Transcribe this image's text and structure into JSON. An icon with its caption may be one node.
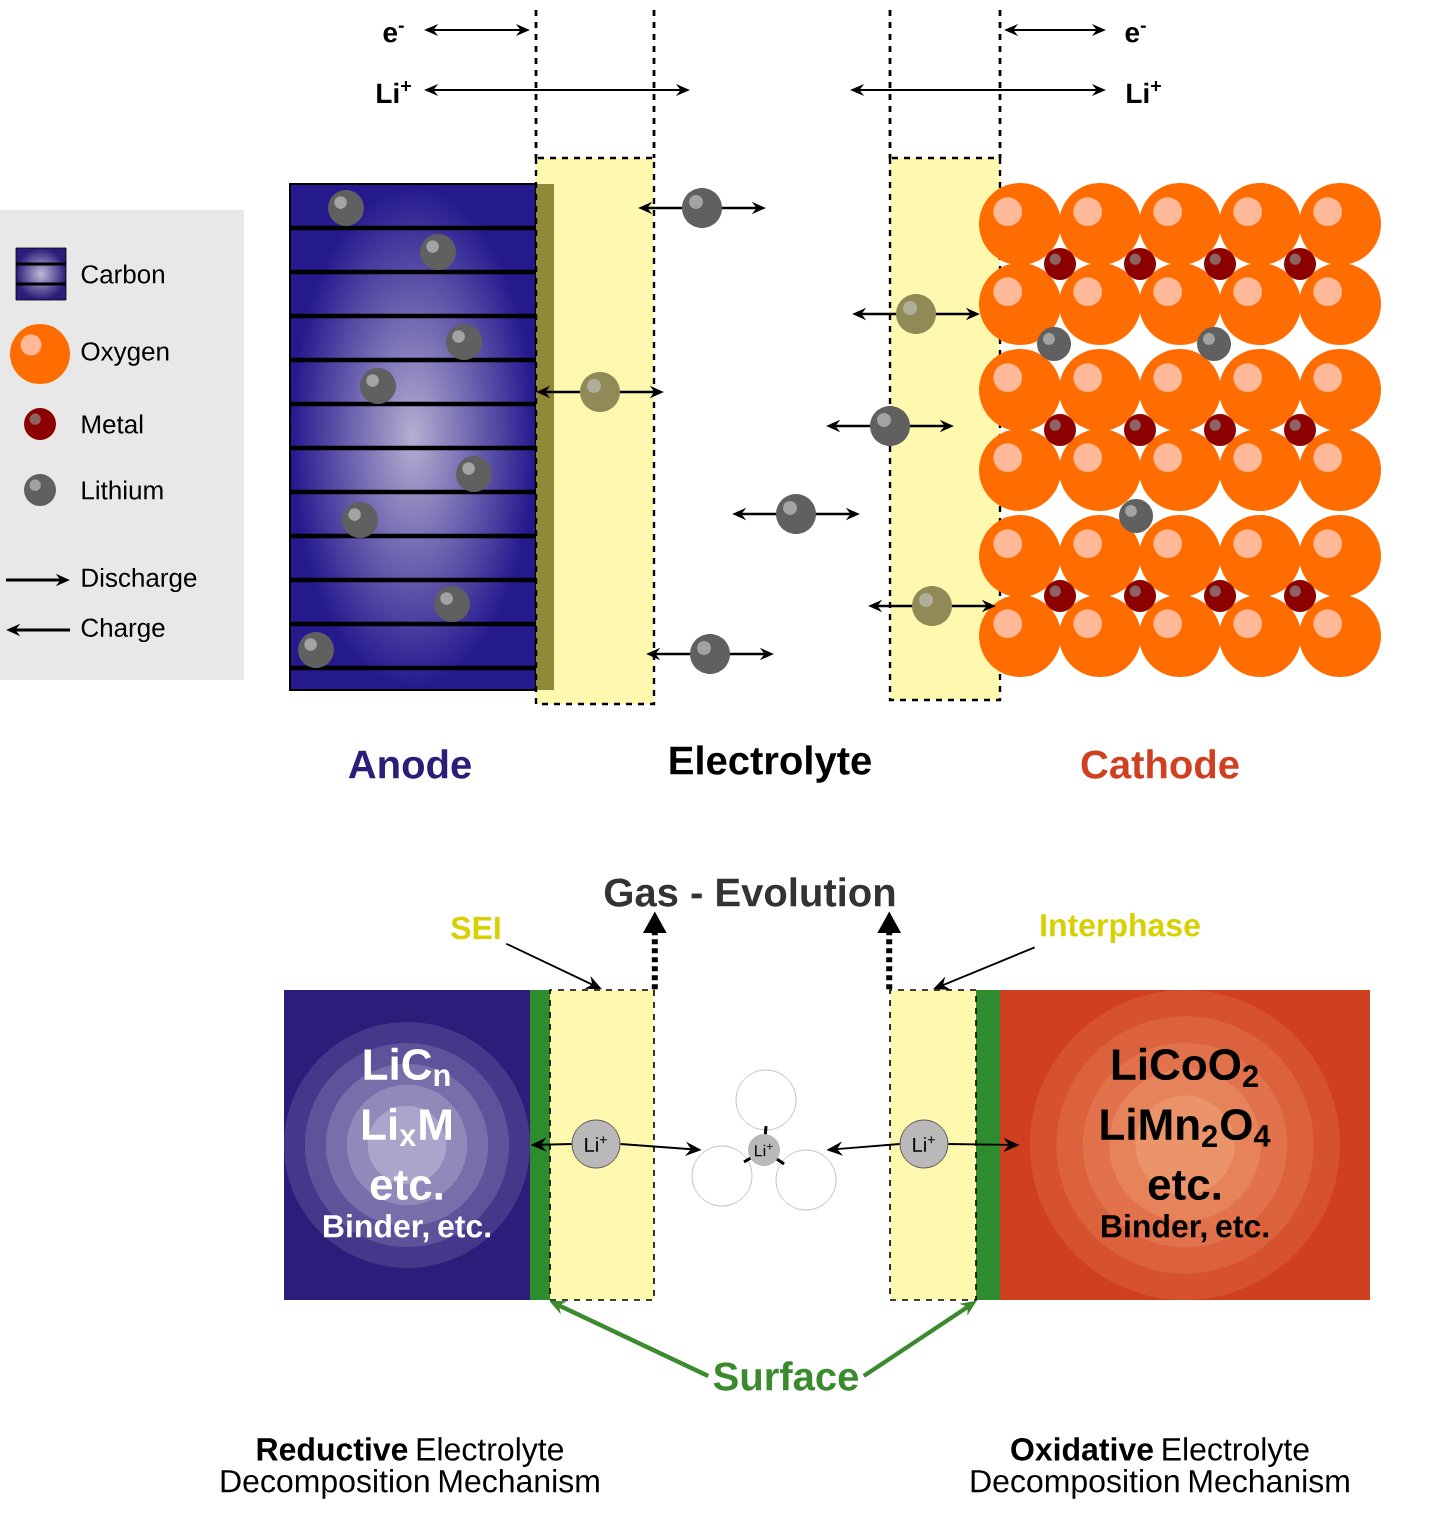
{
  "diagram": {
    "nodes": [
      {
        "text": [
          "Anode"
        ]
      },
      {
        "text": [
          "Cathode"
        ]
      },
      {
        "text": [
          "Gas - Evolution"
        ]
      },
      {
        "text": [
          "SEI"
        ]
      },
      {
        "text": [
          "Interphase"
        ]
      },
      {
        "text": [
          "LiC$_{n}$ Li$_{x}$M etc.",
          "Binder, etc."
        ]
      },
      {
        "text": [],
        "shape": "box"
      },
      {
        "text": [
          "Li$^{+}$"
        ],
        "in": 6
      },
      {
        "text": [
          "Li$^{+}$"
        ]
      },
      {
        "text": [],
        "shape": "box"
      },
      {
        "text": [
          "Li$^{+}$"
        ],
        "in": 9
      },
      {
        "text": [
          "LiCoO$_{2}$ LiMn$_{2}$O$_{4}$ etc.",
          "Binder, etc."
        ]
      },
      {
        "text": [
          "Surface"
        ]
      }
    ],
    "edges": [
      {
        "from": 3,
        "to": 6,
        "arrow": "to"
      },
      {
        "from": 4,
        "to": 9,
        "arrow": "to"
      },
      {
        "from": 6,
        "to": 2,
        "arrow": "to",
        "style": "dashed"
      },
      {
        "from": 9,
        "to": 2,
        "arrow": "to",
        "style": "dashed"
      },
      {
        "from": 7,
        "to": 5,
        "arrow": "to"
      },
      {
        "from": 7,
        "to": 8,
        "arrow": "to"
      },
      {
        "from": 10,
        "to": 8,
        "arrow": "to"
      },
      {
        "from": 10,
        "to": 11,
        "arrow": "to"
      },
      {
        "from": 12,
        "to": 6,
        "arrow": "to",
        "color": "#3b8b2e"
      },
      {
        "from": 12,
        "to": 9,
        "arrow": "to",
        "color": "#3b8b2e"
      }
    ],
    "labels": [
      "e$^{-}$",
      "e$^{-}$",
      "Li$^{+}$",
      "Li$^{+}$",
      "Electrolyte",
      "**Reductive** Electrolyte Decomposition Mechanism",
      "**Oxidative** Electrolyte Decomposition Mechanism"
    ],
    "legend": [
      {
        "text": "Carbon"
      },
      {
        "text": "Oxygen"
      },
      {
        "text": "Metal"
      },
      {
        "text": "Lithium"
      },
      {
        "text": "Discharge"
      },
      {
        "text": "Charge"
      }
    ]
  }
}
